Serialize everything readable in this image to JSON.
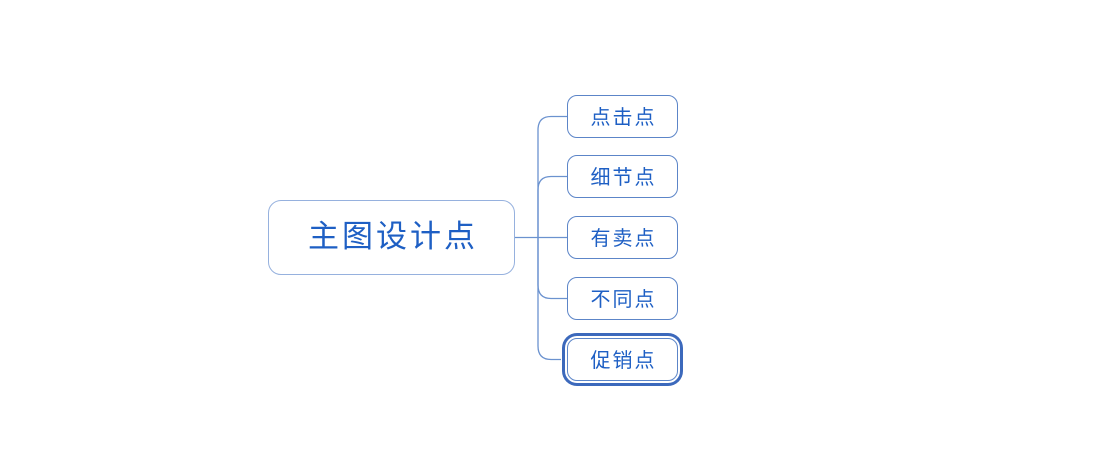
{
  "diagram": {
    "type": "mindmap",
    "root": {
      "label": "主图设计点"
    },
    "children": [
      {
        "label": "点击点",
        "selected": false
      },
      {
        "label": "细节点",
        "selected": false
      },
      {
        "label": "有卖点",
        "selected": false
      },
      {
        "label": "不同点",
        "selected": false
      },
      {
        "label": "促销点",
        "selected": true
      }
    ],
    "colors": {
      "background": "#ffffff",
      "text": "#1e5fc4",
      "root_border": "#96b1de",
      "node_border": "#5c85c8",
      "connector": "#6b92cf",
      "selection_ring": "#3c69bc"
    }
  }
}
